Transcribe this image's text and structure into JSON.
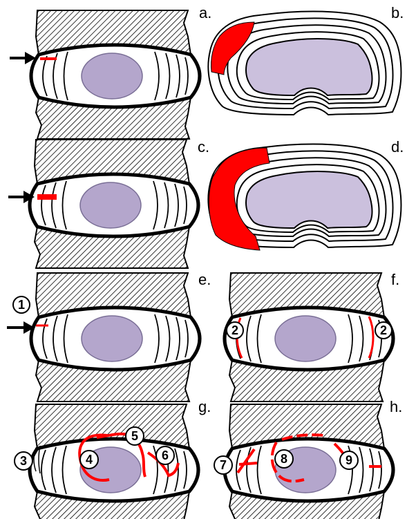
{
  "panels": {
    "a": "a.",
    "b": "b.",
    "c": "c.",
    "d": "d.",
    "e": "e.",
    "f": "f.",
    "g": "g.",
    "h": "h."
  },
  "markers": {
    "e_1": "1",
    "f_2_left": "2",
    "f_2_right": "2",
    "g_3": "3",
    "g_4": "4",
    "g_5": "5",
    "g_6": "6",
    "h_7": "7",
    "h_8": "8",
    "h_9": "9"
  },
  "colors": {
    "lesion": "#ff0000",
    "nucleus_fill": "#b4a6cc",
    "nucleus_stroke": "#7a6f96",
    "nucleus_top_view": "#cbc0dd",
    "outline": "#000000"
  }
}
